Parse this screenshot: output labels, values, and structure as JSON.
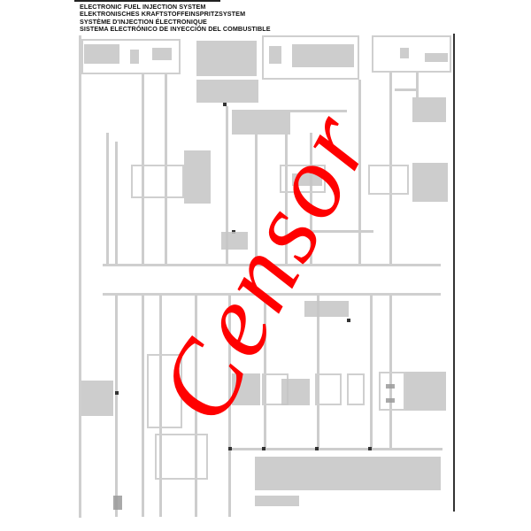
{
  "document": {
    "titles": [
      "ELECTRONIC FUEL INJECTION SYSTEM",
      "ELEKTRONISCHES KRAFTSTOFFEINSPRITZSYSTEM",
      "SYSTÈME D'INJECTION ÉLECTRONIQUE",
      "SISTEMA ELECTRÓNICO DE INYECCIÓN DEL COMBUSTIBLE"
    ]
  },
  "watermark": {
    "text": "Censor",
    "color": "#ff0000"
  },
  "diagram": {
    "type": "wiring-schematic",
    "legibility": "blurred",
    "colors": {
      "wire": "#cdcdcd",
      "frame": "#333333",
      "connector": "#333333"
    }
  }
}
